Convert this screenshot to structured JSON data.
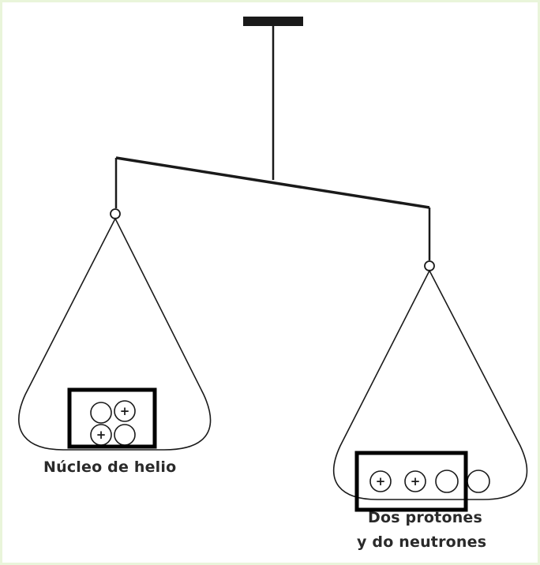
{
  "labels": {
    "left_pan": "Núcleo de helio",
    "right_pan_line1": "Dos protones",
    "right_pan_line2": "y do neutrones"
  },
  "left_pan": {
    "particles": [
      {
        "kind": "neutron",
        "sign": ""
      },
      {
        "kind": "proton",
        "sign": "+"
      },
      {
        "kind": "proton",
        "sign": "+"
      },
      {
        "kind": "neutron",
        "sign": ""
      }
    ]
  },
  "right_pan": {
    "particles": [
      {
        "kind": "proton",
        "sign": "+"
      },
      {
        "kind": "proton",
        "sign": "+"
      },
      {
        "kind": "neutron",
        "sign": ""
      },
      {
        "kind": "neutron",
        "sign": ""
      }
    ]
  },
  "colors": {
    "line": "#1a1a1a",
    "highlight_box": "#000000",
    "frame_border": "#e9f5da"
  }
}
